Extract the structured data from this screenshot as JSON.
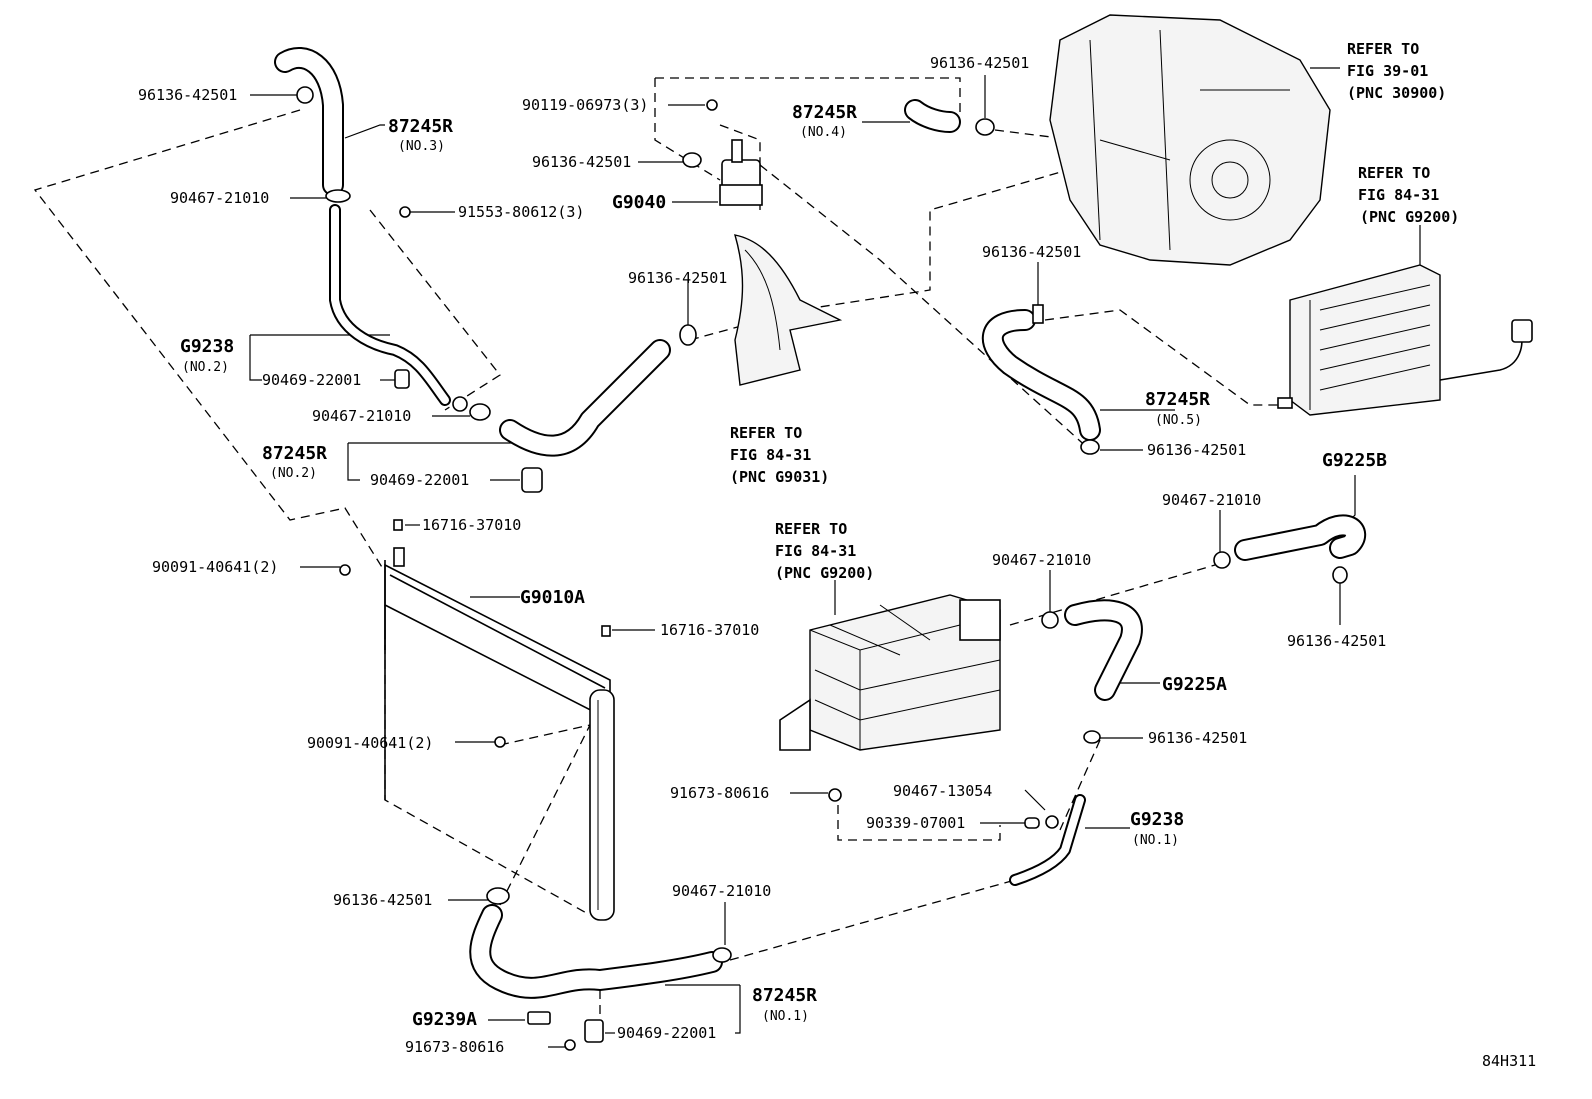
{
  "diagram_id": "84H311",
  "callouts": [
    {
      "id": "c1",
      "text": "96136-42501"
    },
    {
      "id": "c2",
      "text": "87245R",
      "sub": "(NO.3)"
    },
    {
      "id": "c3",
      "text": "90467-21010"
    },
    {
      "id": "c4",
      "text": "91553-80612(3)"
    },
    {
      "id": "c5",
      "text": "G9238",
      "sub": "(NO.2)"
    },
    {
      "id": "c6",
      "text": "90469-22001"
    },
    {
      "id": "c7",
      "text": "90467-21010"
    },
    {
      "id": "c8",
      "text": "87245R",
      "sub": "(NO.2)"
    },
    {
      "id": "c9",
      "text": "90469-22001"
    },
    {
      "id": "c10",
      "text": "16716-37010"
    },
    {
      "id": "c11",
      "text": "90091-40641(2)"
    },
    {
      "id": "c12",
      "text": "G9010A"
    },
    {
      "id": "c13",
      "text": "16716-37010"
    },
    {
      "id": "c14",
      "text": "90091-40641(2)"
    },
    {
      "id": "c15",
      "text": "96136-42501"
    },
    {
      "id": "c16",
      "text": "G9239A"
    },
    {
      "id": "c17",
      "text": "91673-80616"
    },
    {
      "id": "c18",
      "text": "90469-22001"
    },
    {
      "id": "c19",
      "text": "87245R",
      "sub": "(NO.1)"
    },
    {
      "id": "c20",
      "text": "90467-21010"
    },
    {
      "id": "c21",
      "text": "90119-06973(3)"
    },
    {
      "id": "c22",
      "text": "96136-42501"
    },
    {
      "id": "c23",
      "text": "G9040"
    },
    {
      "id": "c24",
      "text": "96136-42501"
    },
    {
      "id": "c25",
      "text": "96136-42501"
    },
    {
      "id": "c26",
      "text": "87245R",
      "sub": "(NO.4)"
    },
    {
      "id": "c27",
      "text": "96136-42501"
    },
    {
      "id": "c28",
      "text": "87245R",
      "sub": "(NO.5)"
    },
    {
      "id": "c29",
      "text": "96136-42501"
    },
    {
      "id": "c30",
      "text": "G9225B"
    },
    {
      "id": "c31",
      "text": "90467-21010"
    },
    {
      "id": "c32",
      "text": "90467-21010"
    },
    {
      "id": "c33",
      "text": "96136-42501"
    },
    {
      "id": "c34",
      "text": "G9225A"
    },
    {
      "id": "c35",
      "text": "96136-42501"
    },
    {
      "id": "c36",
      "text": "91673-80616"
    },
    {
      "id": "c37",
      "text": "90467-13054"
    },
    {
      "id": "c38",
      "text": "90339-07001"
    },
    {
      "id": "c39",
      "text": "G9238",
      "sub": "(NO.1)"
    }
  ],
  "references": [
    {
      "id": "r1",
      "lines": [
        "REFER TO",
        "FIG 39-01",
        "(PNC 30900)"
      ]
    },
    {
      "id": "r2",
      "lines": [
        "REFER TO",
        "FIG 84-31",
        "(PNC G9200)"
      ]
    },
    {
      "id": "r3",
      "lines": [
        "REFER TO",
        "FIG 84-31",
        "(PNC G9031)"
      ]
    },
    {
      "id": "r4",
      "lines": [
        "REFER TO",
        "FIG 84-31",
        "(PNC G9200)"
      ]
    }
  ]
}
